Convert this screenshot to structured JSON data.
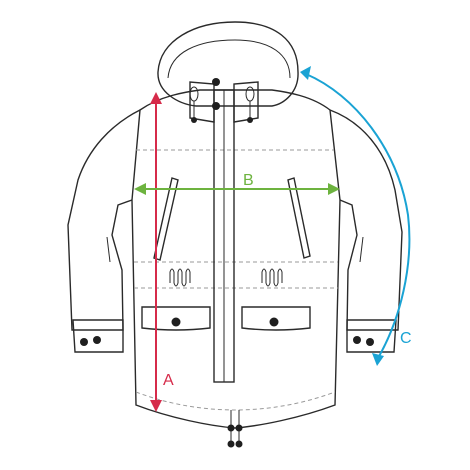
{
  "measurements": [
    {
      "id": "A",
      "label": "A",
      "color": "#d62b4a"
    },
    {
      "id": "B",
      "label": "B",
      "color": "#6db33f"
    },
    {
      "id": "C",
      "label": "C",
      "color": "#1aa3d4"
    }
  ],
  "colors": {
    "outline": "#2a2a2a",
    "seam": "#9a9a9a",
    "buttons": "#1f1f1f",
    "background": "#ffffff"
  }
}
